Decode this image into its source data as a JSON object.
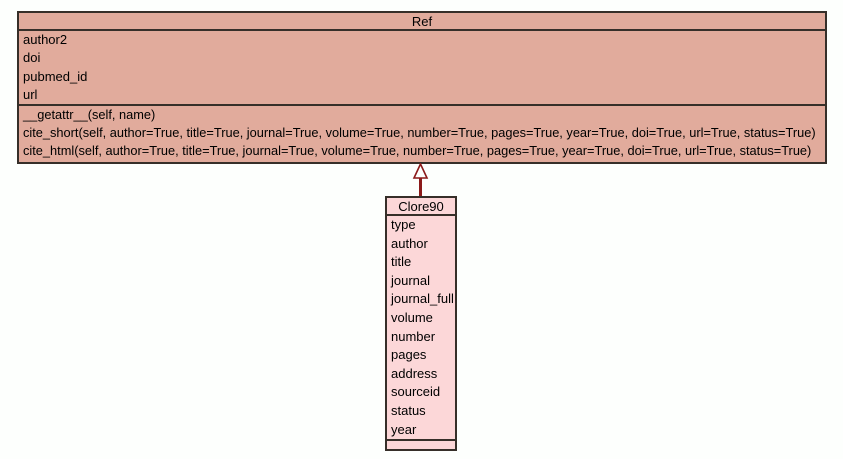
{
  "colors": {
    "canvas_bg": "#fdfffd",
    "border": "#362f29",
    "text": "#000000",
    "arrow": "#8b1a1a",
    "ref_fill": "#e1ab9c",
    "clore90_fill": "#fcd7d8"
  },
  "ref_class": {
    "title": "Ref",
    "attributes": [
      "author2",
      "doi",
      "pubmed_id",
      "url"
    ],
    "methods": [
      "__getattr__(self, name)",
      "cite_short(self, author=True, title=True, journal=True, volume=True, number=True, pages=True, year=True, doi=True, url=True, status=True)",
      "cite_html(self, author=True, title=True, journal=True, volume=True, number=True, pages=True, year=True, doi=True, url=True, status=True)"
    ]
  },
  "clore90_class": {
    "title": "Clore90",
    "attributes": [
      "type",
      "author",
      "title",
      "journal",
      "journal_full",
      "volume",
      "number",
      "pages",
      "address",
      "sourceid",
      "status",
      "year"
    ],
    "methods": []
  },
  "relation": {
    "kind": "inheritance",
    "from": "Clore90",
    "to": "Ref"
  }
}
